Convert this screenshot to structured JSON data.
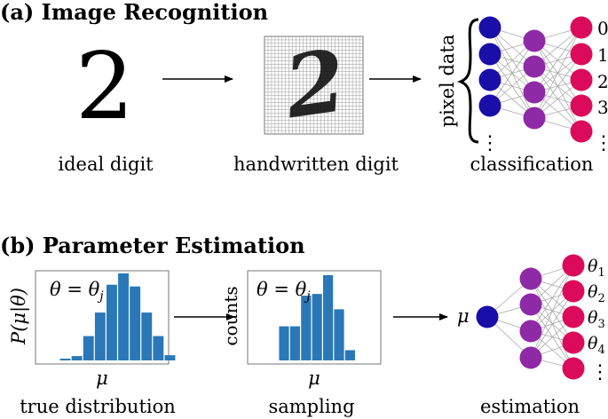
{
  "panel_a": {
    "heading": "(a) Image Recognition",
    "ideal_digit_glyph": "2",
    "ideal_digit_label": "ideal digit",
    "handwritten_label": "handwritten digit",
    "handwritten_glyph": "2",
    "input_axis_label": "pixel data",
    "output_label": "classification",
    "output_classes": [
      "0",
      "1",
      "2",
      "3"
    ],
    "ellipsis": "⋮"
  },
  "panel_b": {
    "heading": "(b) Parameter Estimation",
    "true_dist": {
      "ylabel": "P(μ|θ)",
      "xlabel": "μ",
      "annotation": "θ = θ",
      "annotation_sub": "j",
      "caption": "true distribution",
      "bar_values": [
        0.02,
        0.05,
        0.28,
        0.55,
        0.87,
        1.0,
        0.85,
        0.55,
        0.28,
        0.06
      ]
    },
    "sampling": {
      "ylabel": "counts",
      "xlabel": "μ",
      "annotation": "θ = θ",
      "annotation_sub": "j",
      "caption": "sampling",
      "bar_values": [
        0,
        0,
        0.4,
        0.4,
        0.76,
        0.78,
        1.0,
        0.6,
        0.12
      ]
    },
    "input_label": "μ",
    "outputs": [
      {
        "base": "θ",
        "sub": "1"
      },
      {
        "base": "θ",
        "sub": "2"
      },
      {
        "base": "θ",
        "sub": "3"
      },
      {
        "base": "θ",
        "sub": "4"
      }
    ],
    "ellipsis": "⋮",
    "caption": "estimation"
  },
  "colors": {
    "input_node": "#1a0ea8",
    "hidden_node": "#8e2aa6",
    "output_node": "#dc0a5a",
    "bar": "#2a78b8",
    "edge": "#aaaaaa",
    "grid": "#9a9a9a"
  }
}
